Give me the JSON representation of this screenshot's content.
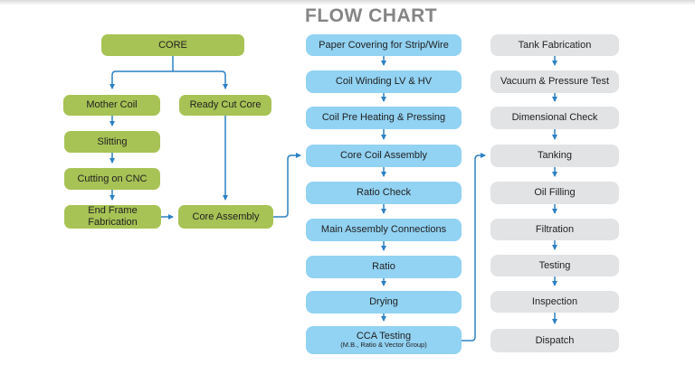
{
  "title": "FLOW CHART",
  "colors": {
    "green_node": "#a7c355",
    "blue_node": "#92d2f2",
    "gray_node": "#e2e3e5",
    "arrow": "#2c80c4",
    "title_text": "#858585",
    "node_text": "#1f1f1f"
  },
  "left_column": {
    "nodes": [
      {
        "label": "CORE"
      },
      {
        "label": "Mother Coil"
      },
      {
        "label": "Ready Cut Core"
      },
      {
        "label": "Slitting"
      },
      {
        "label": "Cutting on CNC"
      },
      {
        "label": "End Frame Fabrication"
      },
      {
        "label": "Core Assembly"
      }
    ]
  },
  "middle_column": {
    "nodes": [
      {
        "label": "Paper Covering for Strip/Wire"
      },
      {
        "label": "Coil Winding LV & HV"
      },
      {
        "label": "Coil Pre Heating & Pressing"
      },
      {
        "label": "Core Coil Assembly"
      },
      {
        "label": "Ratio Check"
      },
      {
        "label": "Main Assembly Connections"
      },
      {
        "label": "Ratio"
      },
      {
        "label": "Drying"
      },
      {
        "label": "CCA Testing",
        "sublabel": "(M.B., Ratio & Vector Group)"
      }
    ]
  },
  "right_column": {
    "nodes": [
      {
        "label": "Tank Fabrication"
      },
      {
        "label": "Vacuum & Pressure Test"
      },
      {
        "label": "Dimensional Check"
      },
      {
        "label": "Tanking"
      },
      {
        "label": "Oil Filling"
      },
      {
        "label": "Filtration"
      },
      {
        "label": "Testing"
      },
      {
        "label": "Inspection"
      },
      {
        "label": "Dispatch"
      }
    ]
  },
  "edges": [
    {
      "from": "CORE",
      "to": "Mother Coil"
    },
    {
      "from": "CORE",
      "to": "Ready Cut Core"
    },
    {
      "from": "Mother Coil",
      "to": "Slitting"
    },
    {
      "from": "Slitting",
      "to": "Cutting on CNC"
    },
    {
      "from": "Cutting on CNC",
      "to": "End Frame Fabrication"
    },
    {
      "from": "End Frame Fabrication",
      "to": "Core Assembly"
    },
    {
      "from": "Ready Cut Core",
      "to": "Core Assembly"
    },
    {
      "from": "Core Assembly",
      "to": "Core Coil Assembly"
    },
    {
      "from": "Paper Covering for Strip/Wire",
      "to": "Coil Winding LV & HV"
    },
    {
      "from": "Coil Winding LV & HV",
      "to": "Coil Pre Heating & Pressing"
    },
    {
      "from": "Coil Pre Heating & Pressing",
      "to": "Core Coil Assembly"
    },
    {
      "from": "Core Coil Assembly",
      "to": "Ratio Check"
    },
    {
      "from": "Ratio Check",
      "to": "Main Assembly Connections"
    },
    {
      "from": "Main Assembly Connections",
      "to": "Ratio"
    },
    {
      "from": "Ratio",
      "to": "Drying"
    },
    {
      "from": "Drying",
      "to": "CCA Testing"
    },
    {
      "from": "CCA Testing",
      "to": "Tanking"
    },
    {
      "from": "Tank Fabrication",
      "to": "Vacuum & Pressure Test"
    },
    {
      "from": "Vacuum & Pressure Test",
      "to": "Dimensional Check"
    },
    {
      "from": "Dimensional Check",
      "to": "Tanking"
    },
    {
      "from": "Tanking",
      "to": "Oil Filling"
    },
    {
      "from": "Oil Filling",
      "to": "Filtration"
    },
    {
      "from": "Filtration",
      "to": "Testing"
    },
    {
      "from": "Testing",
      "to": "Inspection"
    },
    {
      "from": "Inspection",
      "to": "Dispatch"
    }
  ]
}
